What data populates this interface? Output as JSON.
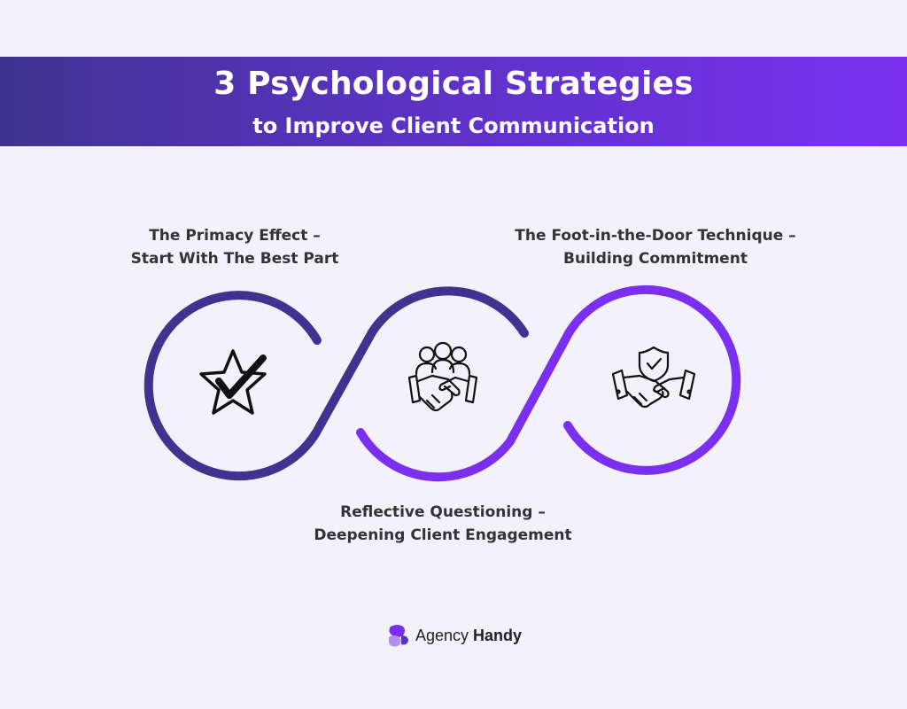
{
  "header": {
    "title": "3 Psychological Strategies",
    "subtitle": "to Improve Client Communication"
  },
  "steps": [
    {
      "line1": "The Primacy Effect –",
      "line2": "Start With The Best Part",
      "icon": "star-check-icon"
    },
    {
      "line1": "Reflective Questioning –",
      "line2": "Deepening Client Engagement",
      "icon": "team-handshake-icon"
    },
    {
      "line1": "The Foot-in-the-Door Technique –",
      "line2": "Building Commitment",
      "icon": "shield-handshake-icon"
    }
  ],
  "brand": {
    "name_regular": "Agency",
    "name_bold": "Handy"
  },
  "colors": {
    "dark_purple": "#3f338f",
    "violet": "#7b2ff0",
    "background": "#f3f1fc"
  }
}
